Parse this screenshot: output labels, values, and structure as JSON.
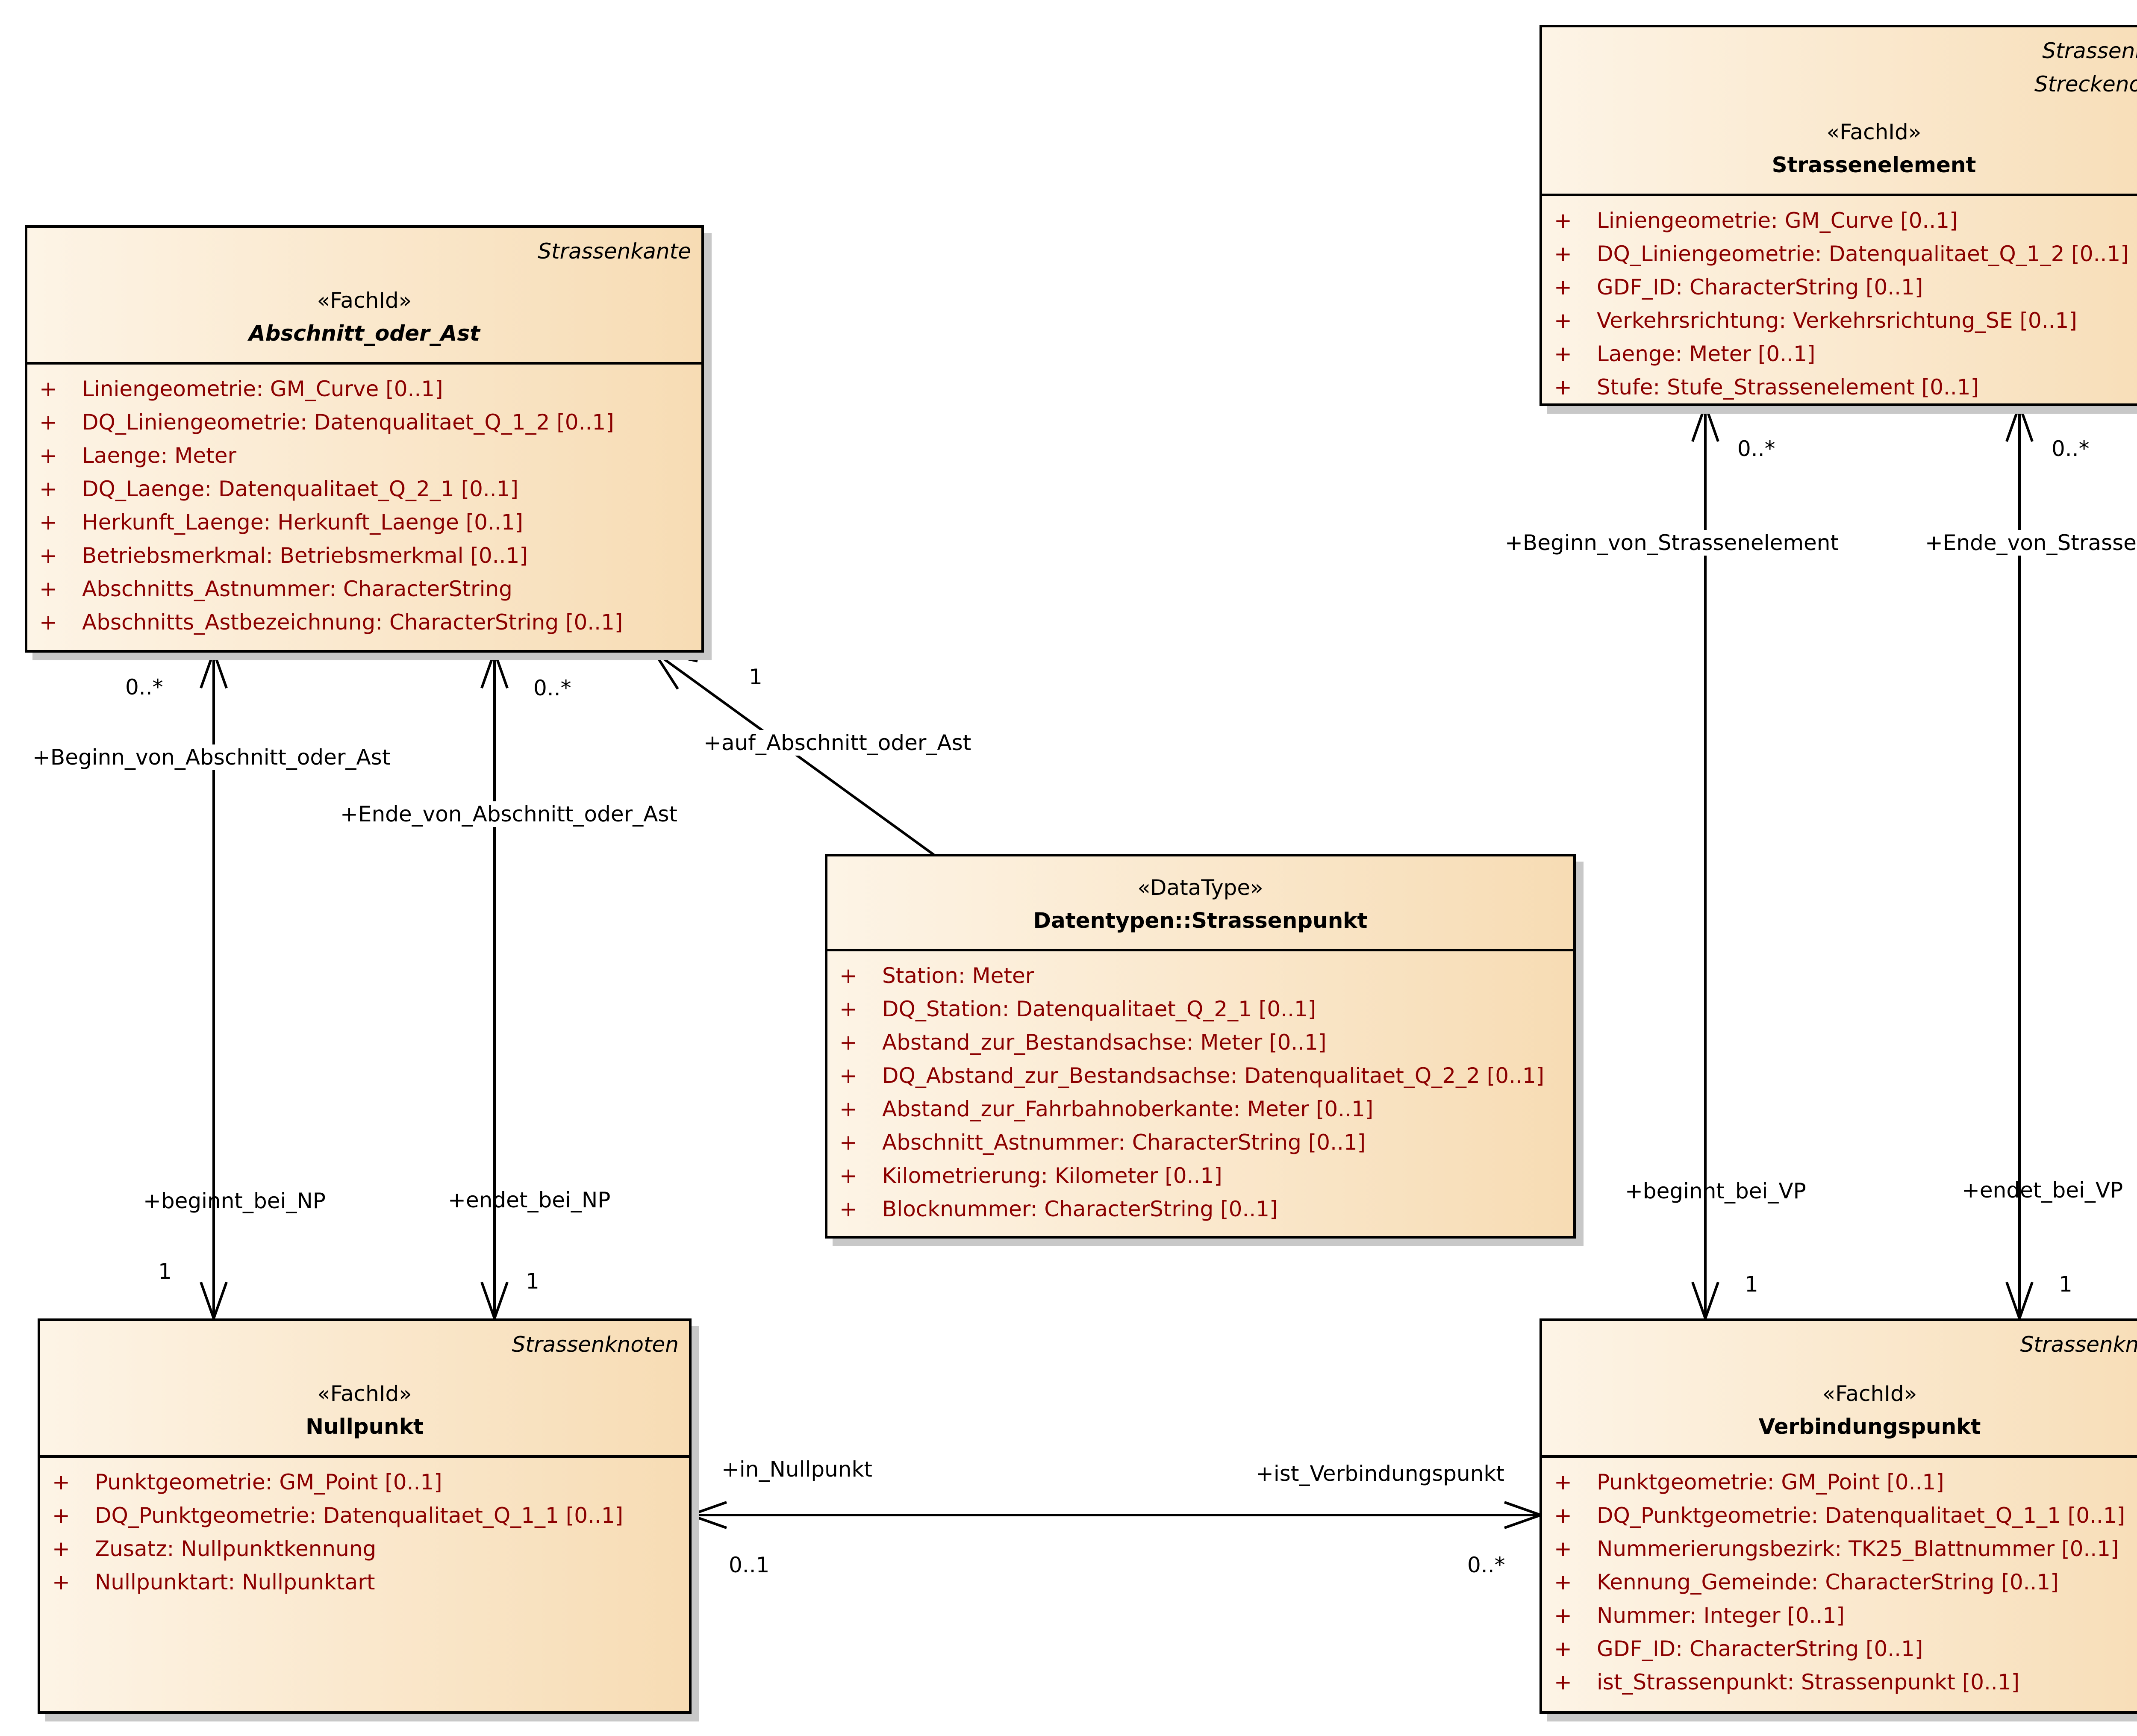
{
  "classes": {
    "abschnitt": {
      "tags": [
        "Strassenkante"
      ],
      "stereotype": "«FachId»",
      "name": "Abschnitt_oder_Ast",
      "attributes": [
        {
          "vis": "+",
          "text": "Liniengeometrie: GM_Curve [0..1]"
        },
        {
          "vis": "+",
          "text": "DQ_Liniengeometrie: Datenqualitaet_Q_1_2 [0..1]"
        },
        {
          "vis": "+",
          "text": "Laenge: Meter"
        },
        {
          "vis": "+",
          "text": "DQ_Laenge: Datenqualitaet_Q_2_1 [0..1]"
        },
        {
          "vis": "+",
          "text": "Herkunft_Laenge: Herkunft_Laenge [0..1]"
        },
        {
          "vis": "+",
          "text": "Betriebsmerkmal: Betriebsmerkmal [0..1]"
        },
        {
          "vis": "+",
          "text": "Abschnitts_Astnummer: CharacterString"
        },
        {
          "vis": "+",
          "text": "Abschnitts_Astbezeichnung: CharacterString [0..1]"
        }
      ]
    },
    "strassenelement": {
      "tags": [
        "Strassenkante",
        "Streckenobjekt"
      ],
      "stereotype": "«FachId»",
      "name": "Strassenelement",
      "attributes": [
        {
          "vis": "+",
          "text": "Liniengeometrie: GM_Curve [0..1]"
        },
        {
          "vis": "+",
          "text": "DQ_Liniengeometrie: Datenqualitaet_Q_1_2 [0..1]"
        },
        {
          "vis": "+",
          "text": "GDF_ID: CharacterString [0..1]"
        },
        {
          "vis": "+",
          "text": "Verkehrsrichtung: Verkehrsrichtung_SE [0..1]"
        },
        {
          "vis": "+",
          "text": "Laenge: Meter [0..1]"
        },
        {
          "vis": "+",
          "text": "Stufe: Stufe_Strassenelement [0..1]"
        }
      ]
    },
    "strassenpunkt": {
      "tags": [],
      "stereotype": "«DataType»",
      "name": "Datentypen::Strassenpunkt",
      "attributes": [
        {
          "vis": "+",
          "text": "Station: Meter"
        },
        {
          "vis": "+",
          "text": "DQ_Station: Datenqualitaet_Q_2_1 [0..1]"
        },
        {
          "vis": "+",
          "text": "Abstand_zur_Bestandsachse: Meter [0..1]"
        },
        {
          "vis": "+",
          "text": "DQ_Abstand_zur_Bestandsachse: Datenqualitaet_Q_2_2 [0..1]"
        },
        {
          "vis": "+",
          "text": "Abstand_zur_Fahrbahnoberkante: Meter [0..1]"
        },
        {
          "vis": "+",
          "text": "Abschnitt_Astnummer: CharacterString [0..1]"
        },
        {
          "vis": "+",
          "text": "Kilometrierung: Kilometer [0..1]"
        },
        {
          "vis": "+",
          "text": "Blocknummer: CharacterString [0..1]"
        }
      ]
    },
    "nullpunkt": {
      "tags": [
        "Strassenknoten"
      ],
      "stereotype": "«FachId»",
      "name": "Nullpunkt",
      "attributes": [
        {
          "vis": "+",
          "text": "Punktgeometrie: GM_Point [0..1]"
        },
        {
          "vis": "+",
          "text": "DQ_Punktgeometrie: Datenqualitaet_Q_1_1 [0..1]"
        },
        {
          "vis": "+",
          "text": "Zusatz: Nullpunktkennung"
        },
        {
          "vis": "+",
          "text": "Nullpunktart: Nullpunktart"
        }
      ]
    },
    "verbindungspunkt": {
      "tags": [
        "Strassenknoten"
      ],
      "stereotype": "«FachId»",
      "name": "Verbindungspunkt",
      "attributes": [
        {
          "vis": "+",
          "text": "Punktgeometrie: GM_Point [0..1]"
        },
        {
          "vis": "+",
          "text": "DQ_Punktgeometrie: Datenqualitaet_Q_1_1 [0..1]"
        },
        {
          "vis": "+",
          "text": "Nummerierungsbezirk: TK25_Blattnummer [0..1]"
        },
        {
          "vis": "+",
          "text": "Kennung_Gemeinde: CharacterString [0..1]"
        },
        {
          "vis": "+",
          "text": "Nummer: Integer [0..1]"
        },
        {
          "vis": "+",
          "text": "GDF_ID: CharacterString [0..1]"
        },
        {
          "vis": "+",
          "text": "ist_Strassenpunkt: Strassenpunkt [0..1]"
        }
      ]
    }
  },
  "associations": {
    "beginn_abschnitt": {
      "role_top": "+Beginn_von_Abschnitt_oder_Ast",
      "mult_top": "0..*",
      "role_bottom": "+beginnt_bei_NP",
      "mult_bottom": "1"
    },
    "ende_abschnitt": {
      "role_top": "+Ende_von_Abschnitt_oder_Ast",
      "mult_top": "0..*",
      "role_bottom": "+endet_bei_NP",
      "mult_bottom": "1"
    },
    "auf_abschnitt": {
      "role": "+auf_Abschnitt_oder_Ast",
      "mult": "1"
    },
    "beginn_se": {
      "role_top": "+Beginn_von_Strassenelement",
      "mult_top": "0..*",
      "role_bottom": "+beginnt_bei_VP",
      "mult_bottom": "1"
    },
    "ende_se": {
      "role_top": "+Ende_von_Strassenelement",
      "mult_top": "0..*",
      "role_bottom": "+endet_bei_VP",
      "mult_bottom": "1"
    },
    "null_verbindung": {
      "role_left": "+in_Nullpunkt",
      "mult_left": "0..1",
      "role_right": "+ist_Verbindungspunkt",
      "mult_right": "0..*"
    }
  }
}
